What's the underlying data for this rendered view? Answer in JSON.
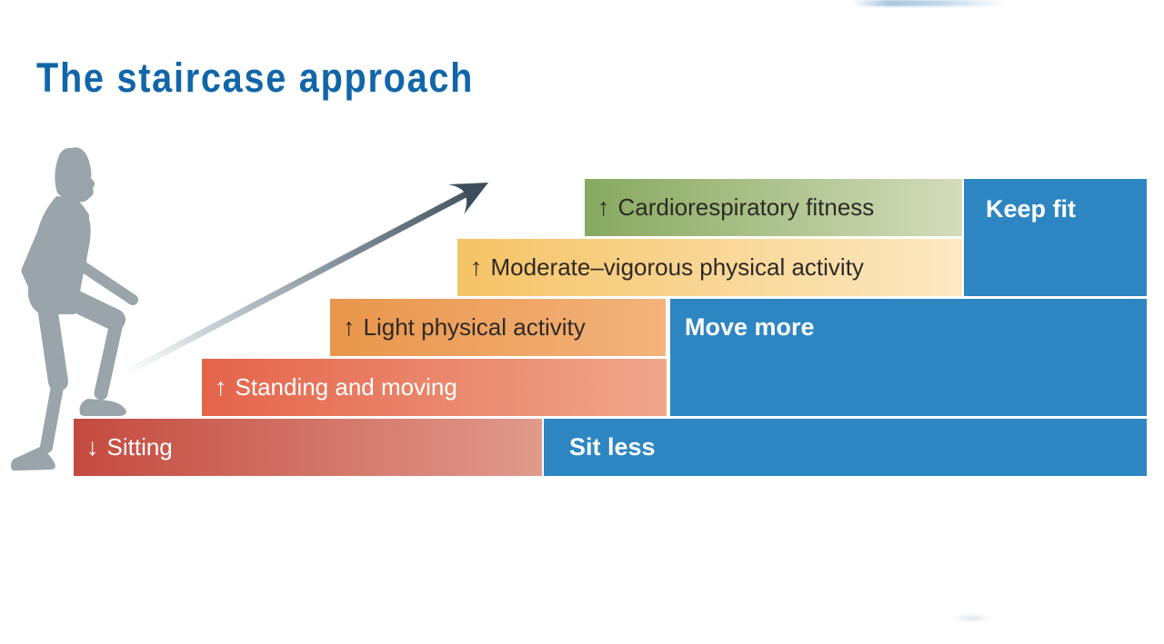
{
  "slide": {
    "title": "The staircase approach",
    "title_color": "#1166a8"
  },
  "staircase": {
    "steps": [
      {
        "id": "sitting",
        "arrow": "↓",
        "text": "Sitting",
        "text_style": "light",
        "gradient_left": "#c44a3f",
        "gradient_right": "#e09a8c"
      },
      {
        "id": "standing-and-moving",
        "arrow": "↑",
        "text": "Standing and moving",
        "text_style": "light",
        "gradient_left": "#e4644a",
        "gradient_right": "#efa78c"
      },
      {
        "id": "light-physical-activity",
        "arrow": "↑",
        "text": "Light physical activity",
        "text_style": "dark",
        "gradient_left": "#e9964b",
        "gradient_right": "#f3b37c"
      },
      {
        "id": "moderate-vigorous-physical-activity",
        "arrow": "↑",
        "text": "Moderate–vigorous physical activity",
        "text_style": "dark",
        "gradient_left": "#f5c366",
        "gradient_right": "#fce9c3"
      },
      {
        "id": "cardiorespiratory-fitness",
        "arrow": "↑",
        "text": "Cardiorespiratory fitness",
        "text_style": "dark",
        "gradient_left": "#87a95f",
        "gradient_right": "#d3dcbb"
      }
    ],
    "goals": [
      {
        "id": "keep-fit",
        "label": "Keep fit"
      },
      {
        "id": "move-more",
        "label": "Move more"
      },
      {
        "id": "sit-less",
        "label": "Sit less"
      }
    ],
    "goal_box_color": "#2d86c2"
  },
  "illustration": {
    "person_color": "#99a4ab",
    "arrow_tip_color": "#3e4d5a"
  }
}
